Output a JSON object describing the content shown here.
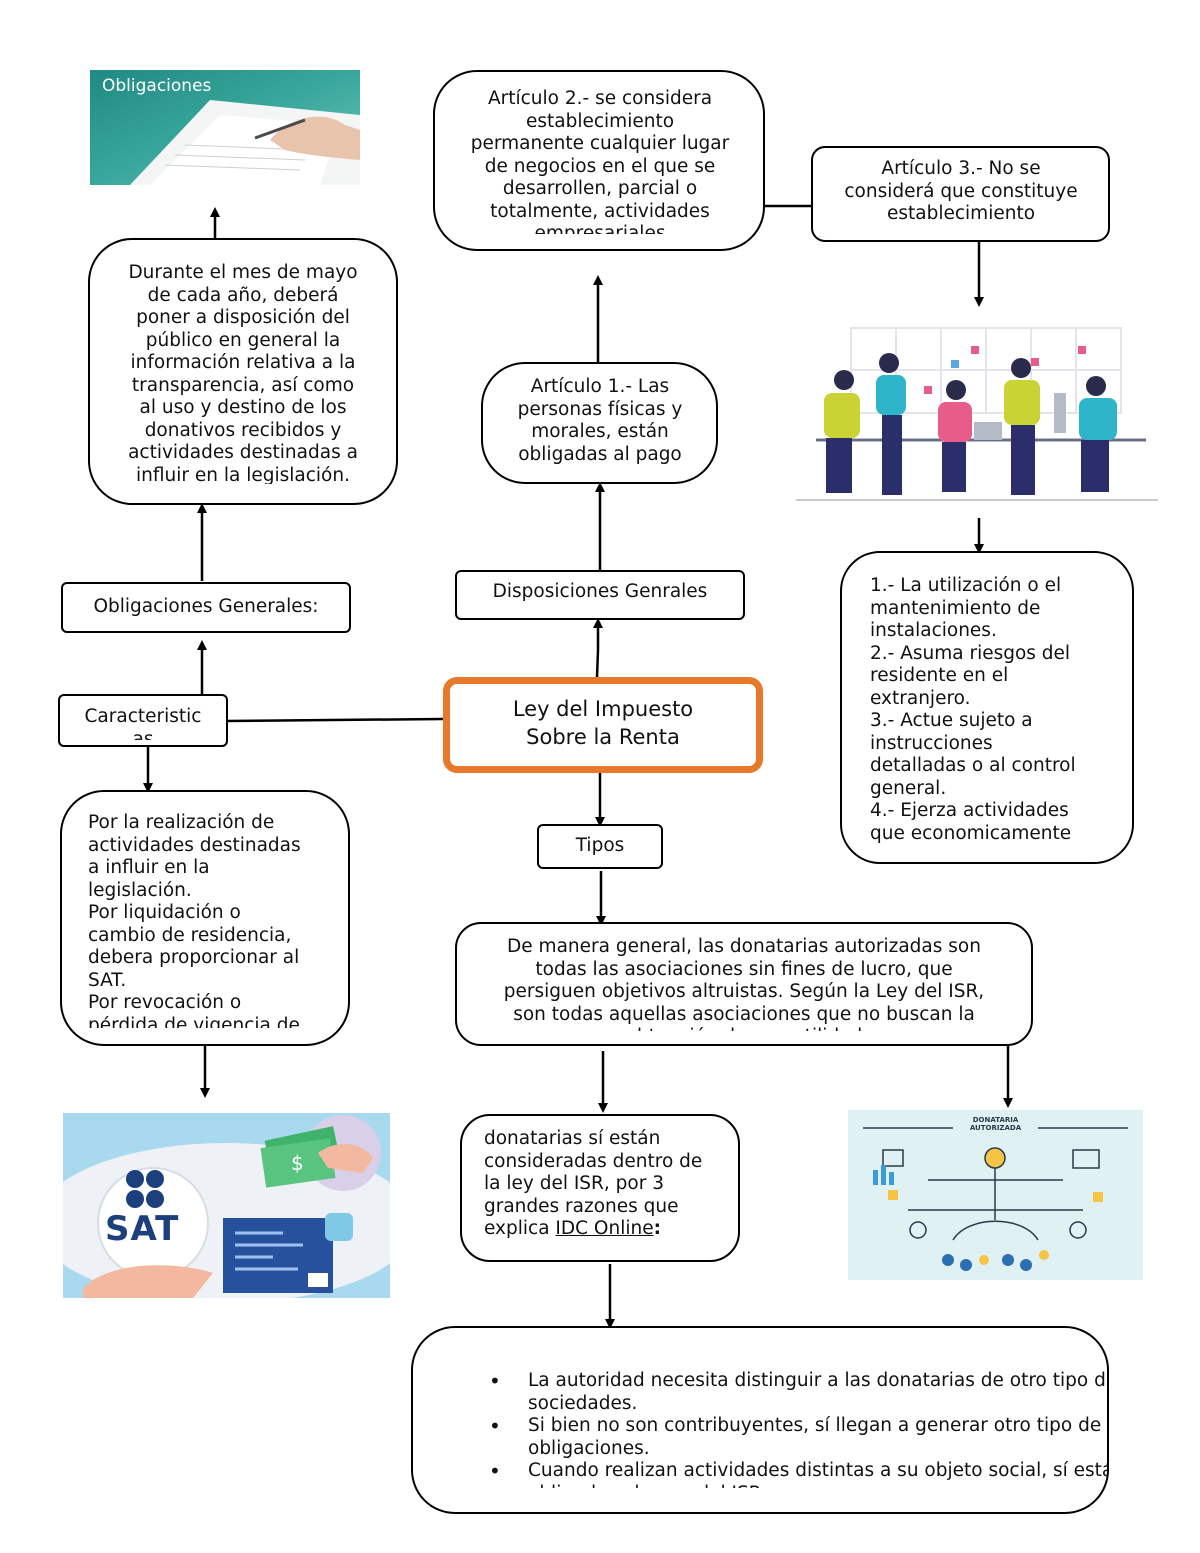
{
  "central": {
    "title_line1": "Ley del Impuesto",
    "title_line2": "Sobre la Renta"
  },
  "left": {
    "caracteristicas": "Caracteristic\nas",
    "obligaciones_generales": "Obligaciones Generales:",
    "durante": "Durante el mes de mayo\nde cada año, deberá\nponer a disposición del\npúblico en general la\ninformación relativa a la\ntransparencia, así como\nal uso y destino de los\ndonativos recibidos y\nactividades destinadas a\ninfluir en la legislación.",
    "realizacion": "Por la realización de\nactividades destinadas\na influir en la\nlegislación.\nPor liquidación o\ncambio de residencia,\ndebera proporcionar al\nSAT.\nPor revocación o\npérdida de vigencia de",
    "obligaciones_image_label": "Obligaciones",
    "sat_logo_text": "SAT"
  },
  "middle": {
    "disposiciones": "Disposiciones Genrales",
    "articulo1": "Artículo 1.- Las\npersonas físicas y\nmorales, están\nobligadas al pago\ndel impuesto sobre",
    "articulo2": "Artículo 2.- se considera\nestablecimiento\npermanente cualquier lugar\nde negocios en el que se\ndesarrollen, parcial o\ntotalmente, actividades\nempresariales",
    "tipos": "Tipos",
    "de_manera": "De manera general, las donatarias autorizadas son\ntodas las asociaciones sin fines de lucro, que\npersiguen objetivos altruistas. Según la Ley del ISR,\nson todas aquellas asociaciones que no buscan la\nobtención de una utilidad",
    "donatarias_text": "donatarias sí están\nconsideradas dentro de\nla ley del ISR, por 3\ngrandes razones que\nexplica ",
    "donatarias_link": "IDC Online",
    "donatarias_colon": ":",
    "bullets": [
      "La autoridad necesita distinguir a las donatarias de otro tipo de sociedades.",
      "Si bien no son contribuyentes, sí llegan a generar otro tipo de obligaciones.",
      "Cuando realizan actividades distintas a su objeto social, sí están obligadas al pago del ISR."
    ]
  },
  "right": {
    "articulo3": "Artículo 3.- No se\nconsiderá que constituye\nestablecimiento",
    "lista": "1.- La utilización o el\nmantenimiento de\ninstalaciones.\n2.- Asuma riesgos del\nresidente en el\nextranjero.\n3.- Actue sujeto a\ninstrucciones\ndetalladas o al control\ngeneral.\n4.- Ejerza actividades\nque economicamente",
    "donataria_image_title": "DONATARIA\nAUTORIZADA"
  },
  "colors": {
    "central_border": "#e8782a",
    "line": "#000000"
  }
}
